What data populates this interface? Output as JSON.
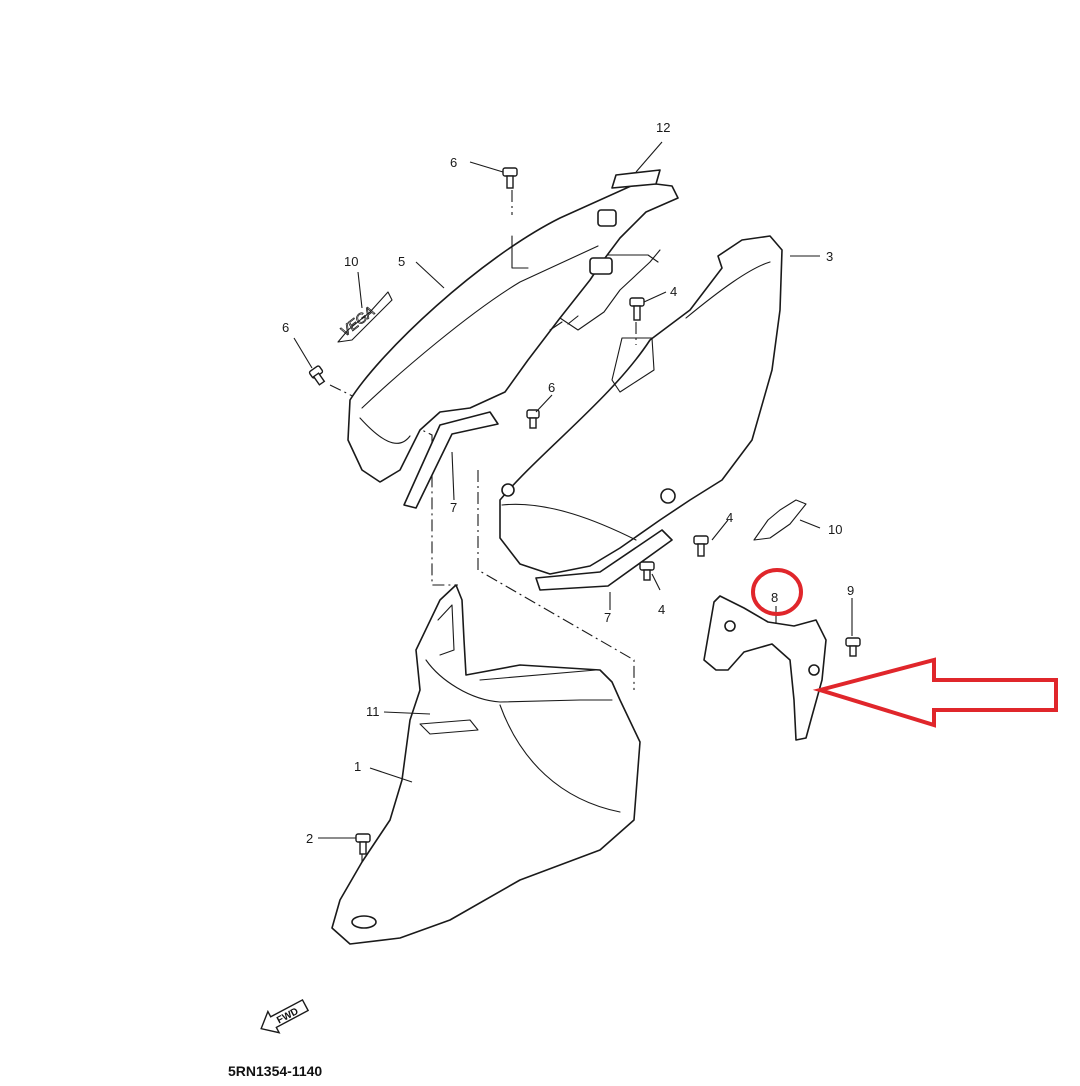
{
  "diagram": {
    "part_code": "5RN1354-1140",
    "fwd_label": "FWD",
    "callouts": [
      {
        "id": "c1",
        "label": "1"
      },
      {
        "id": "c2",
        "label": "2"
      },
      {
        "id": "c3",
        "label": "3"
      },
      {
        "id": "c4a",
        "label": "4"
      },
      {
        "id": "c4b",
        "label": "4"
      },
      {
        "id": "c4c",
        "label": "4"
      },
      {
        "id": "c5",
        "label": "5"
      },
      {
        "id": "c6a",
        "label": "6"
      },
      {
        "id": "c6b",
        "label": "6"
      },
      {
        "id": "c6c",
        "label": "6"
      },
      {
        "id": "c7a",
        "label": "7"
      },
      {
        "id": "c7b",
        "label": "7"
      },
      {
        "id": "c8",
        "label": "8"
      },
      {
        "id": "c9",
        "label": "9"
      },
      {
        "id": "c10a",
        "label": "10"
      },
      {
        "id": "c10b",
        "label": "10"
      },
      {
        "id": "c11",
        "label": "11"
      },
      {
        "id": "c12",
        "label": "12"
      }
    ],
    "emblem_text": "VEGA",
    "highlight_color": "#e0262b",
    "line_color": "#1a1a1a"
  }
}
